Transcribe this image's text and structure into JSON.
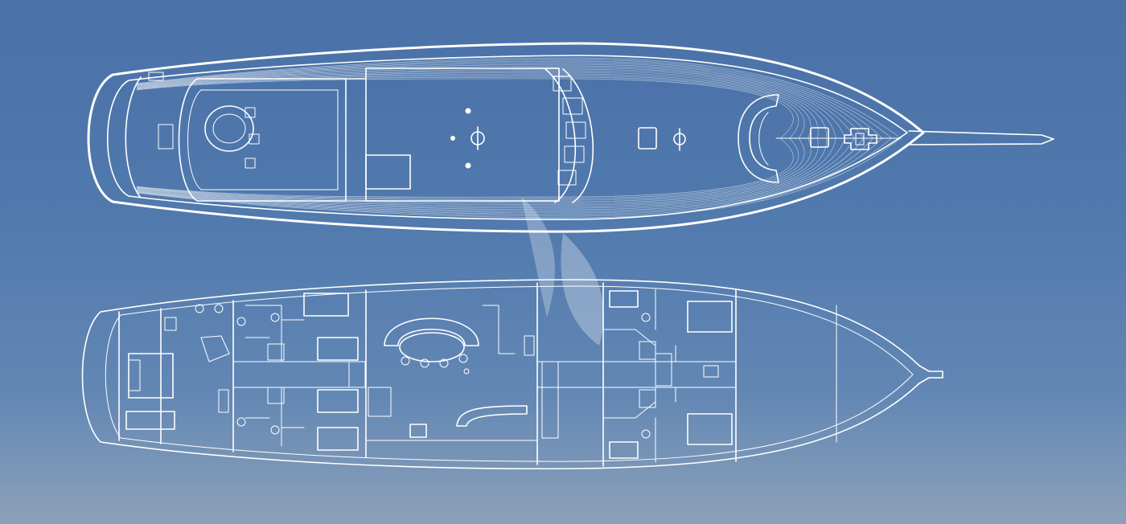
{
  "figure": {
    "type": "yacht-deck-plans",
    "plans": [
      "deck-plan",
      "lower-deck-plan"
    ],
    "watermark": "sail-logo",
    "colors": {
      "background_top": "#4a71a8",
      "background_bottom": "#8ca1b9",
      "line": "#ffffff"
    }
  }
}
